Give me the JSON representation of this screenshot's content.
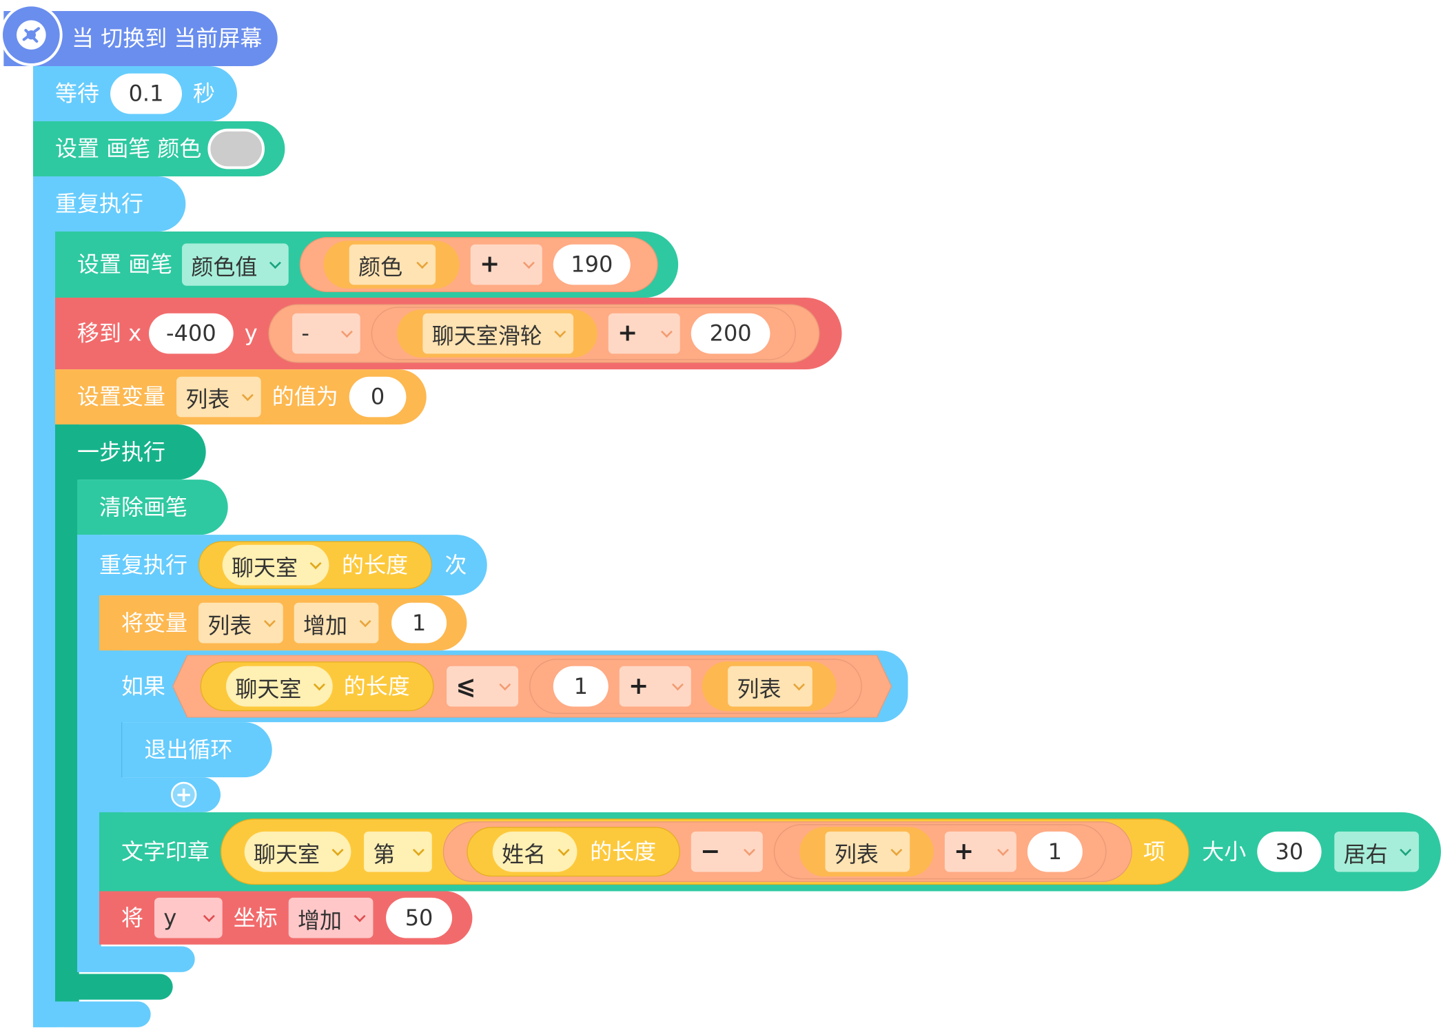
{
  "theme": {
    "hat": "#6a8eee",
    "teal": "#2ec9a1",
    "teal_dark": "#16b38b",
    "sky": "#66ccfd",
    "red": "#f26b6c",
    "orange": "#fdb850",
    "yellow": "#fdc93c",
    "salmon": "#ffab84",
    "pen_color_swatch": "#cccccc"
  },
  "hat": {
    "label": "当 切换到 当前屏幕",
    "icon": "screen-event-icon"
  },
  "wait": {
    "label": "等待",
    "value": "0.1",
    "unit": "秒"
  },
  "set_pen_color": {
    "label": "设置 画笔 颜色",
    "swatch_name": "pen-color-swatch"
  },
  "repeat_forever": {
    "label": "重复执行"
  },
  "set_pen_param": {
    "label": "设置 画笔",
    "param": "颜色值",
    "operand_reporter": "颜色",
    "operator": "+",
    "value": "190"
  },
  "move_to": {
    "label": "移到 x",
    "x_value": "-400",
    "y_label": "y",
    "unary_op": "-",
    "reporter": "聊天室滑轮",
    "operator": "+",
    "value": "200"
  },
  "set_variable": {
    "label": "设置变量",
    "variable": "列表",
    "value_label": "的值为",
    "value": "0"
  },
  "step_run": {
    "label": "一步执行"
  },
  "clear_pen": {
    "label": "清除画笔"
  },
  "repeat_times": {
    "label": "重复执行",
    "list": "聊天室",
    "length_label": "的长度",
    "suffix": "次"
  },
  "change_variable": {
    "label": "将变量",
    "variable": "列表",
    "mode": "增加",
    "value": "1"
  },
  "if_block": {
    "label": "如果",
    "list": "聊天室",
    "length_label": "的长度",
    "comparator": "⩽",
    "value": "1",
    "operator": "+",
    "variable": "列表",
    "add_icon": "plus-icon"
  },
  "break_loop": {
    "label": "退出循环"
  },
  "text_stamp": {
    "label": "文字印章",
    "list": "聊天室",
    "index_label": "第",
    "name_list": "姓名",
    "length_label": "的长度",
    "operator_minus": "−",
    "variable": "列表",
    "operator_plus": "+",
    "value": "1",
    "item_label": "项",
    "size_label": "大小",
    "size_value": "30",
    "align": "居右"
  },
  "change_coord": {
    "label": "将",
    "axis": "y",
    "coord_label": "坐标",
    "mode": "增加",
    "value": "50"
  }
}
